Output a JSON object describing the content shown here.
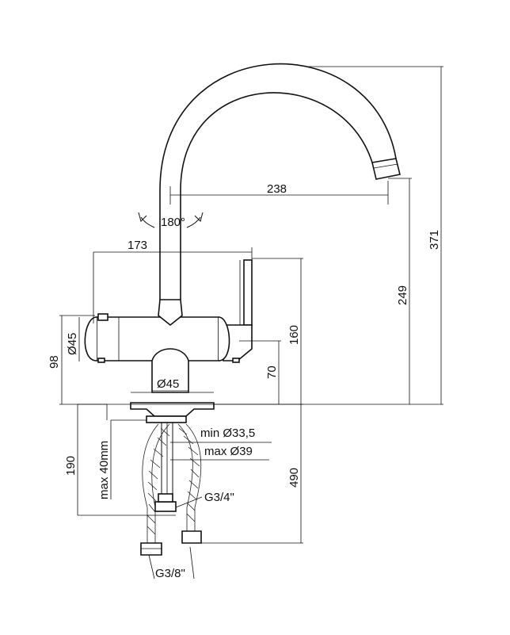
{
  "dimensions": {
    "reach": "238",
    "rotation": "180°",
    "body_width": "173",
    "total_height": "371",
    "spout_height": "249",
    "lever_height": "160",
    "lever_base": "70",
    "body_height": "98",
    "body_diameter": "Ø45",
    "base_diameter": "Ø45",
    "hole_min": "min Ø33,5",
    "hole_max": "max Ø39",
    "counter_max": "max 40mm",
    "shank_length": "190",
    "hose_length": "490",
    "hose_thread": "G3/4\"",
    "connection_thread": "G3/8\""
  }
}
